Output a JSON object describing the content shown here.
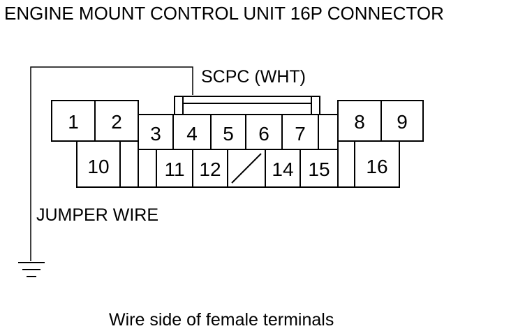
{
  "title": "ENGINE MOUNT CONTROL UNIT 16P CONNECTOR",
  "scpc_label": "SCPC (WHT)",
  "jumper_label": "JUMPER WIRE",
  "caption": "Wire side of female terminals",
  "pins": {
    "p1": "1",
    "p2": "2",
    "p3": "3",
    "p4": "4",
    "p5": "5",
    "p6": "6",
    "p7": "7",
    "p8": "8",
    "p9": "9",
    "p10": "10",
    "p11": "11",
    "p12": "12",
    "p14": "14",
    "p15": "15",
    "p16": "16"
  },
  "icons": {
    "ground": "ground-symbol-icon",
    "empty_cavity": "slash-blank-cavity-icon"
  }
}
